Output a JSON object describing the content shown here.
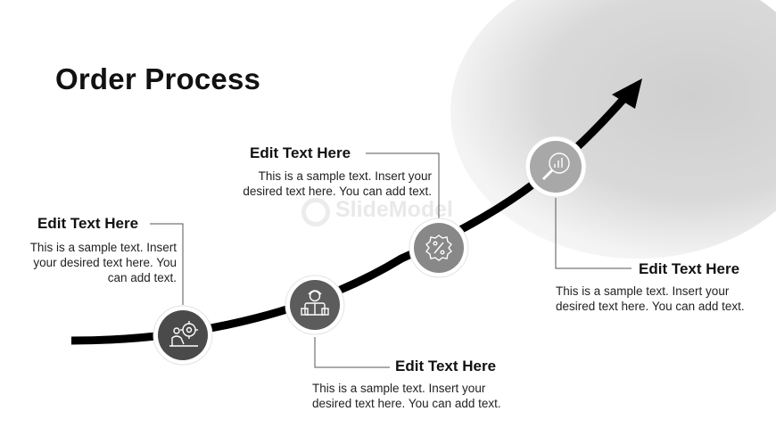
{
  "slide": {
    "title": "Order Process",
    "watermark": "SlideModel",
    "steps": [
      {
        "heading": "Edit Text Here",
        "body": "This is a sample text. Insert your desired text here. You can add text.",
        "icon": "gear-worker-icon",
        "fill": "#4a4a4a"
      },
      {
        "heading": "Edit Text Here",
        "body": "This is a sample text. Insert your desired text here. You can add text.",
        "icon": "delivery-person-icon",
        "fill": "#5c5c5c"
      },
      {
        "heading": "Edit Text Here",
        "body": "This is a sample text. Insert your desired text here. You can add text.",
        "icon": "percent-badge-icon",
        "fill": "#888888"
      },
      {
        "heading": "Edit Text Here",
        "body": "This is a sample text. Insert your desired text here. You can add text.",
        "icon": "search-chart-icon",
        "fill": "#a8a8a8"
      }
    ]
  }
}
